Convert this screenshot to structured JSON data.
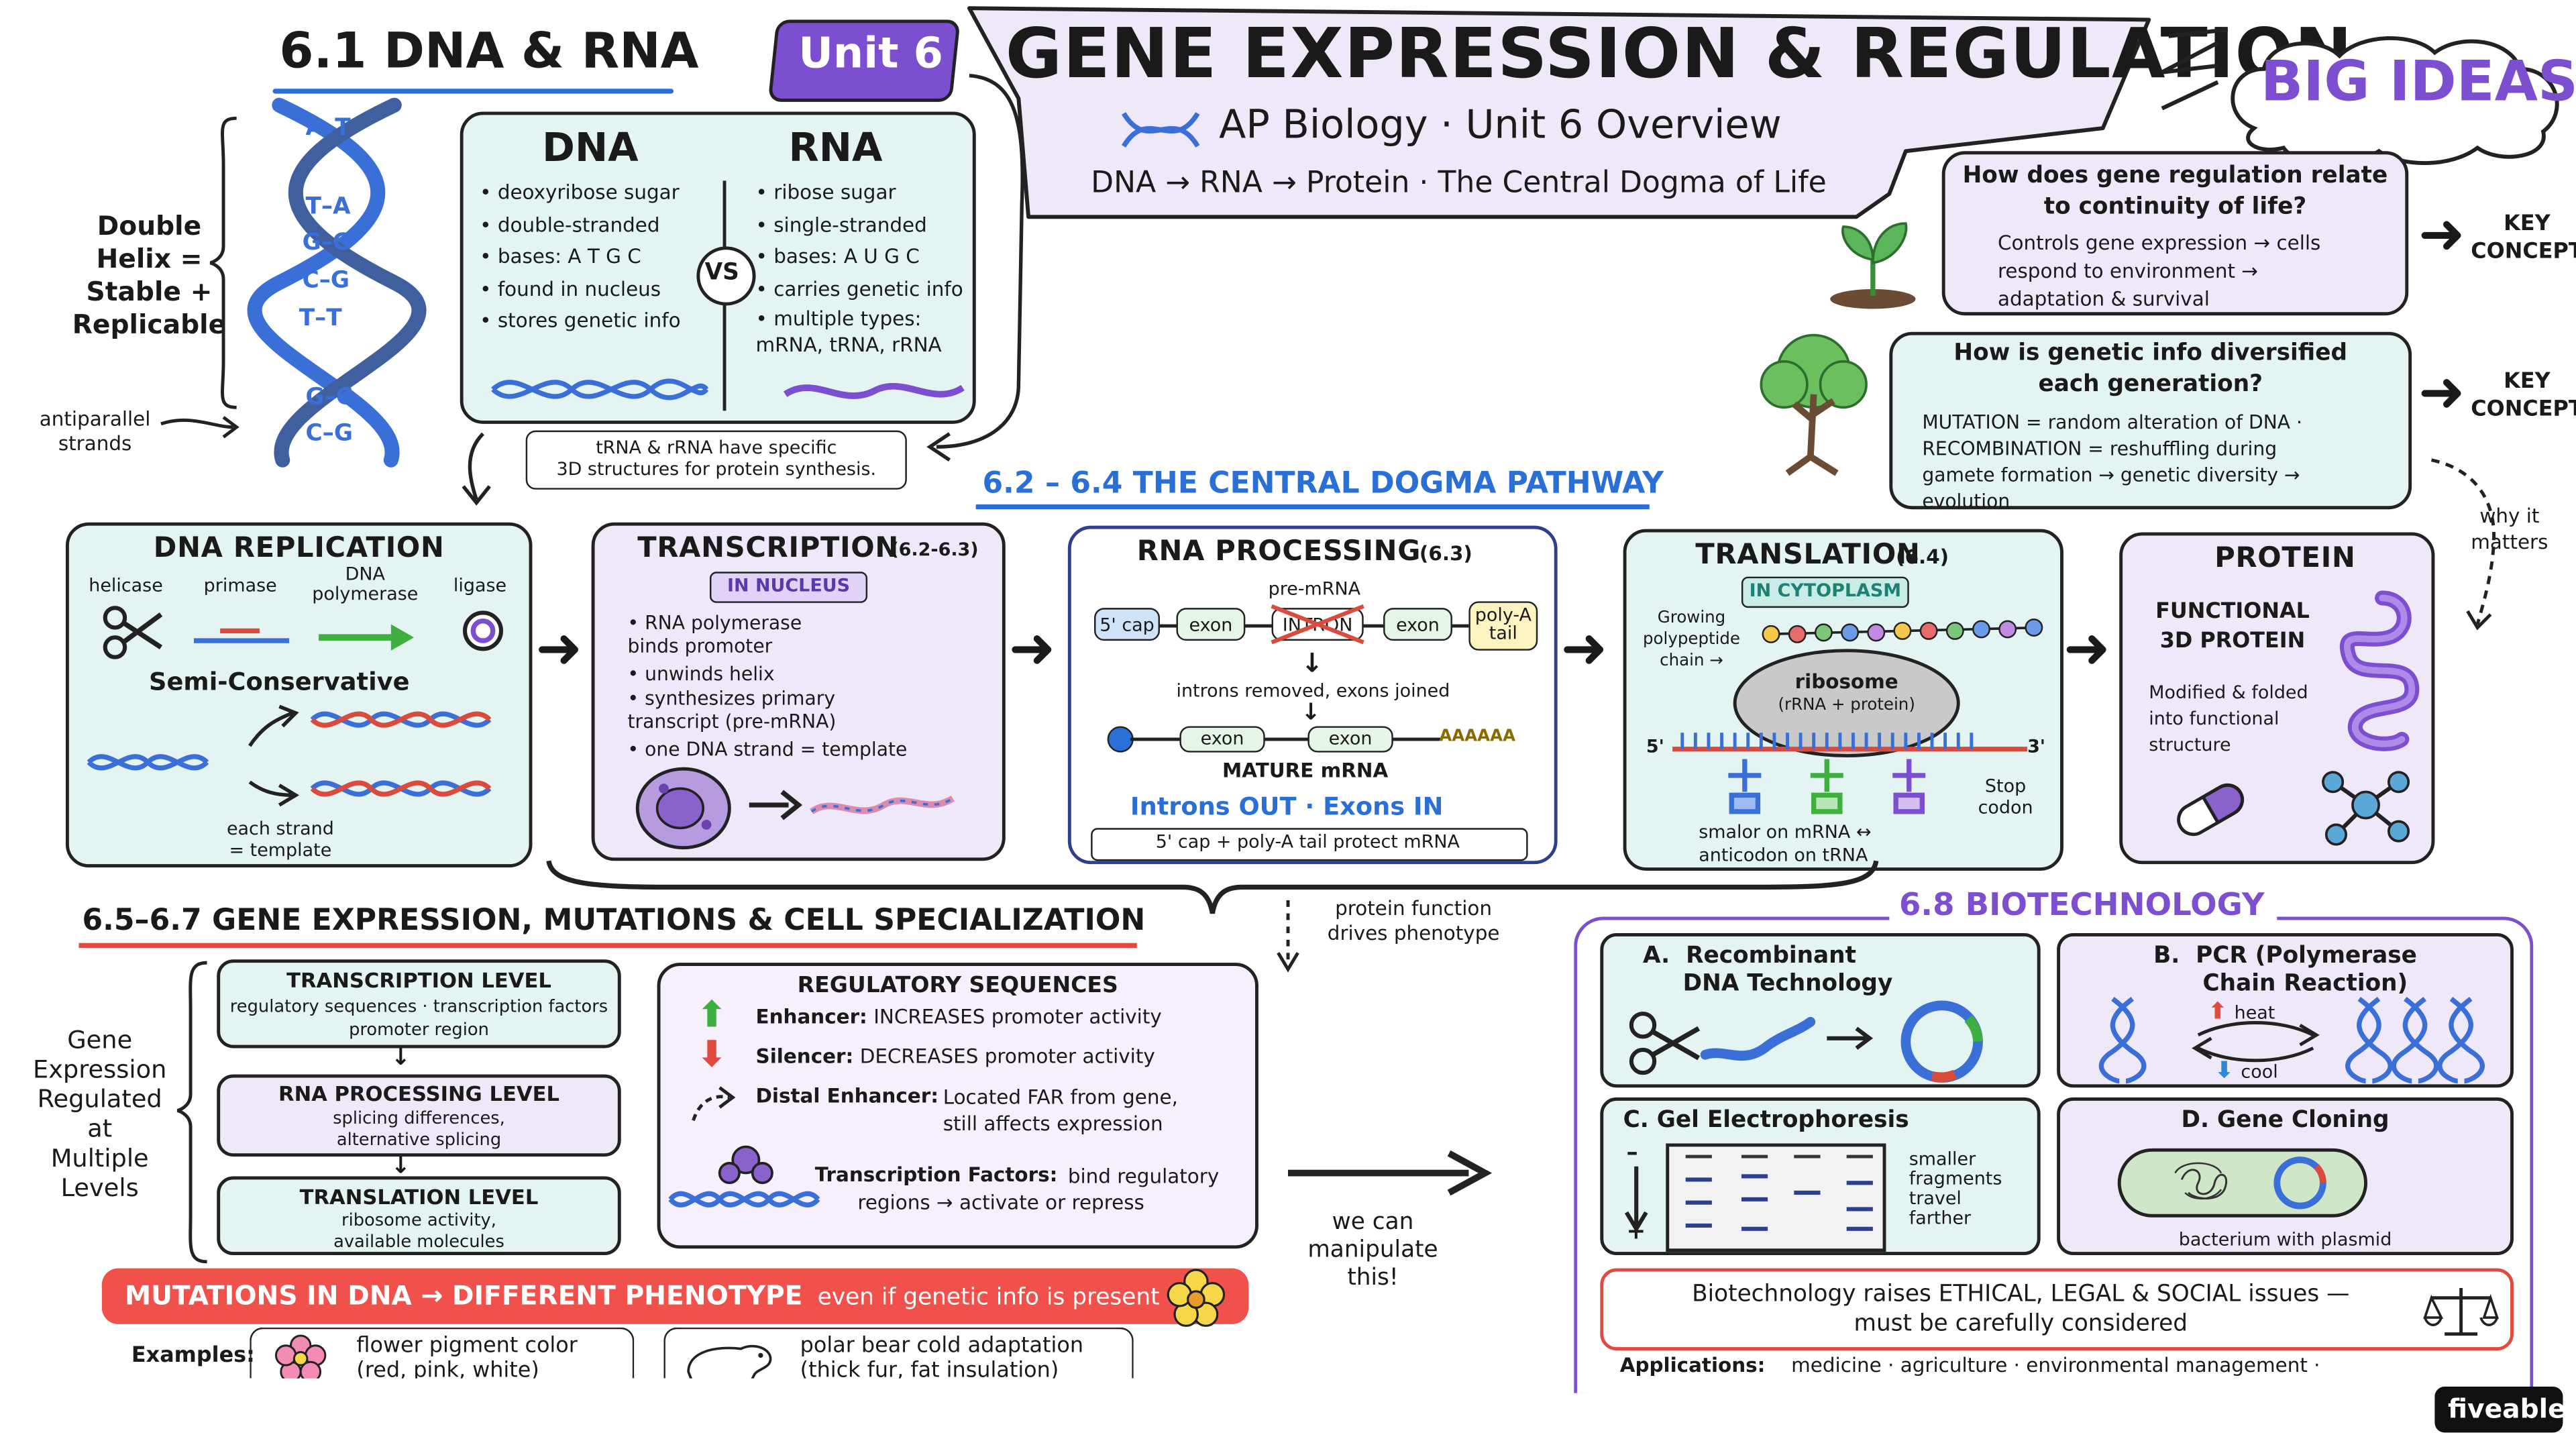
{
  "header": {
    "section_61": "6.1 DNA & RNA",
    "unit_badge": "Unit 6",
    "main_title": "GENE EXPRESSION & REGULATION",
    "subtitle": "AP Biology · Unit 6 Overview",
    "tagline": "DNA → RNA → Protein · The Central Dogma of Life",
    "big_ideas": "BIG IDEAS"
  },
  "helix": {
    "label": "Double\nHelix =\nStable +\nReplicable",
    "pairs": [
      "A–T",
      "T–A",
      "G–C",
      "C–G",
      "T–T",
      "G–C",
      "C–G"
    ],
    "antiparallel": "antiparallel\nstrands"
  },
  "compare": {
    "dna_title": "DNA",
    "rna_title": "RNA",
    "vs": "VS",
    "dna_items": [
      "deoxyribose sugar",
      "double-stranded",
      "bases: A T G C",
      "found in nucleus",
      "stores genetic info"
    ],
    "rna_items": [
      "ribose sugar",
      "single-stranded",
      "bases: A U G C",
      "carries genetic info",
      "multiple types:\nmRNA, tRNA, rRNA"
    ],
    "note": "tRNA & rRNA have specific\n3D structures for protein synthesis."
  },
  "big_ideas": {
    "q1": "How does gene regulation relate\nto continuity of life?",
    "a1": "Controls gene expression → cells\nrespond to environment →\nadaptation & survival",
    "key1": "KEY\nCONCEPT",
    "q2": "How is genetic info diversified\neach generation?",
    "a2": "MUTATION = random alteration of DNA ·\nRECOMBINATION = reshuffling during\ngamete formation → genetic diversity →\nevolution",
    "key2": "KEY\nCONCEPT",
    "why": "why it\nmatters"
  },
  "pathway": {
    "title": "6.2 – 6.4 THE CENTRAL DOGMA PATHWAY",
    "replication": {
      "title": "DNA REPLICATION",
      "enzymes": [
        "helicase",
        "primase",
        "DNA\npolymerase",
        "ligase"
      ],
      "mode": "Semi-Conservative",
      "note": "each strand\n= template"
    },
    "transcription": {
      "title": "TRANSCRIPTION",
      "ref": "(6.2-6.3)",
      "badge": "IN NUCLEUS",
      "items": [
        "RNA polymerase\nbinds promoter",
        "unwinds helix",
        "synthesizes primary\ntranscript (pre-mRNA)",
        "one DNA strand = template"
      ]
    },
    "processing": {
      "title": "RNA PROCESSING",
      "ref": "(6.3)",
      "pre": "pre-mRNA",
      "cap": "5' cap",
      "exon": "exon",
      "intron": "INTRON",
      "polya": "poly-A\ntail",
      "note": "introns removed, exons joined",
      "tail": "AAAAAA",
      "mature": "MATURE mRNA",
      "slogan": "Introns OUT · Exons IN",
      "footer": "5' cap + poly-A tail protect mRNA"
    },
    "translation": {
      "title": "TRANSLATION",
      "ref": "(6.4)",
      "badge": "IN CYTOPLASM",
      "chain": "Growing\npolypeptide\nchain →",
      "ribosome": "ribosome",
      "ribosome_sub": "(rRNA + protein)",
      "five": "5'",
      "three": "3'",
      "stop": "Stop\ncodon",
      "note": "smalor on mRNA ↔\nanticodon on tRNA"
    },
    "protein": {
      "title": "PROTEIN",
      "sub": "FUNCTIONAL\n3D PROTEIN",
      "note": "Modified & folded\ninto functional\nstructure"
    },
    "function_note": "protein function\ndrives phenotype"
  },
  "expression": {
    "title": "6.5–6.7 GENE EXPRESSION, MUTATIONS & CELL SPECIALIZATION",
    "side": "Gene\nExpression\nRegulated\nat\nMultiple\nLevels",
    "levels": [
      {
        "title": "TRANSCRIPTION  LEVEL",
        "desc": "regulatory sequences · transcription factors\npromoter region"
      },
      {
        "title": "RNA PROCESSING  LEVEL",
        "desc": "splicing differences,\nalternative splicing"
      },
      {
        "title": "TRANSLATION  LEVEL",
        "desc": "ribosome activity,\navailable molecules"
      }
    ],
    "reg_title": "REGULATORY SEQUENCES",
    "enhancer_k": "Enhancer:",
    "enhancer_v": "INCREASES promoter activity",
    "silencer_k": "Silencer:",
    "silencer_v": "DECREASES promoter activity",
    "distal_k": "Distal Enhancer:",
    "distal_v": "Located FAR from gene,\nstill affects expression",
    "tf_k": "Transcription Factors:",
    "tf_v": "bind regulatory\nregions → activate or repress",
    "manipulate": "we can\nmanipulate\nthis!",
    "mutation_banner": "MUTATIONS IN DNA → DIFFERENT PHENOTYPE",
    "mutation_small": "even if genetic info is present",
    "examples_label": "Examples:",
    "example1": "flower pigment color\n(red, pink, white)",
    "example2": "polar bear cold adaptation\n(thick fur, fat insulation)"
  },
  "biotech": {
    "title": "6.8  BIOTECHNOLOGY",
    "a": "A.  Recombinant\n     DNA Technology",
    "b": "B.  PCR (Polymerase\n     Chain Reaction)",
    "heat": "heat",
    "cool": "cool",
    "c": "C.  Gel Electrophoresis",
    "gel_note": "smaller\nfragments\ntravel\nfarther",
    "d": "D.  Gene Cloning",
    "d_note": "bacterium with plasmid",
    "ethics": "Biotechnology raises ETHICAL, LEGAL & SOCIAL issues —\nmust be carefully considered",
    "apps_k": "Applications:",
    "apps_v": "medicine · agriculture · environmental management ·"
  },
  "brand": "fiveable",
  "colors": {
    "teal_box": "#e4f4f2",
    "purple_box": "#efe8f8",
    "accent_blue": "#2a6fd6",
    "accent_purple": "#7b4fd0",
    "mutation_red": "#f0524b",
    "dna_blue": "#3b6fd8"
  }
}
